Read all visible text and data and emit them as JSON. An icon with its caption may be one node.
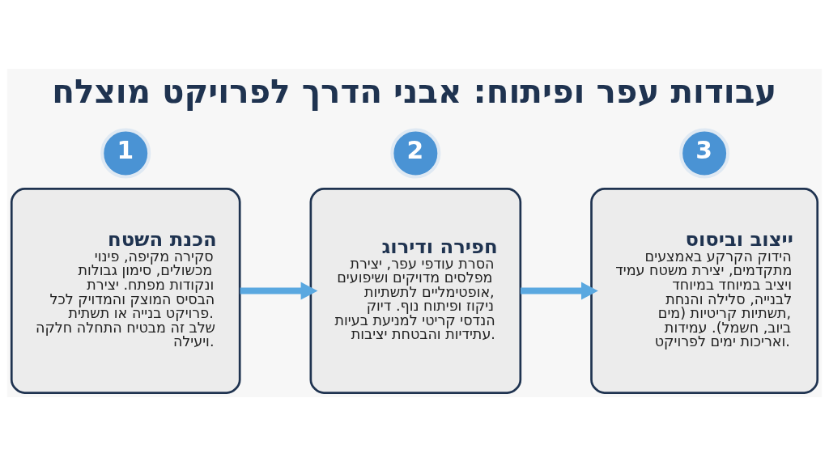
{
  "diagram": {
    "title": "עבודות עפר ופיתוח: אבני הדרך לפרויקט מוצלח",
    "nodes": [
      {
        "text": [
          "1"
        ]
      },
      {
        "text": [
          "הכנת השטח",
          "סקירה מקיפה, פינוי מכשולים, סימון גבולות ונקודות מפתח. יצירת הבסיס המוצק והמדויק לכל פרויקט בנייה או תשתית. שלב זה מבטיח התחלה חלקה ויעילה."
        ]
      },
      {
        "text": [
          "2"
        ]
      },
      {
        "text": [
          "חפירה ודירוג",
          "הסרת עודפי עפר, יצירת מפלסים מדויקים ושיפועים אופטימליים לתשתיות, ניקוז ופיתוח נוף. דיוק הנדסי קריטי למניעת בעיות עתידיות והבטחת יציבות."
        ]
      },
      {
        "text": [
          "3"
        ]
      },
      {
        "text": [
          "ייצוב וביסוס",
          "הידוק הקרקע באמצעים מתקדמים, יצירת משטח עמיד ויציב במיוחד במיוחד לבנייה, סלילה והנחת תשתיות קריטיות (מים, ביוב, חשמל). עמידות ואריכות ימים לפרויקט."
        ]
      }
    ],
    "edges": [
      {
        "from": 1,
        "to": 3,
        "arrow": "to"
      },
      {
        "from": 3,
        "to": 5,
        "arrow": "to"
      }
    ]
  }
}
